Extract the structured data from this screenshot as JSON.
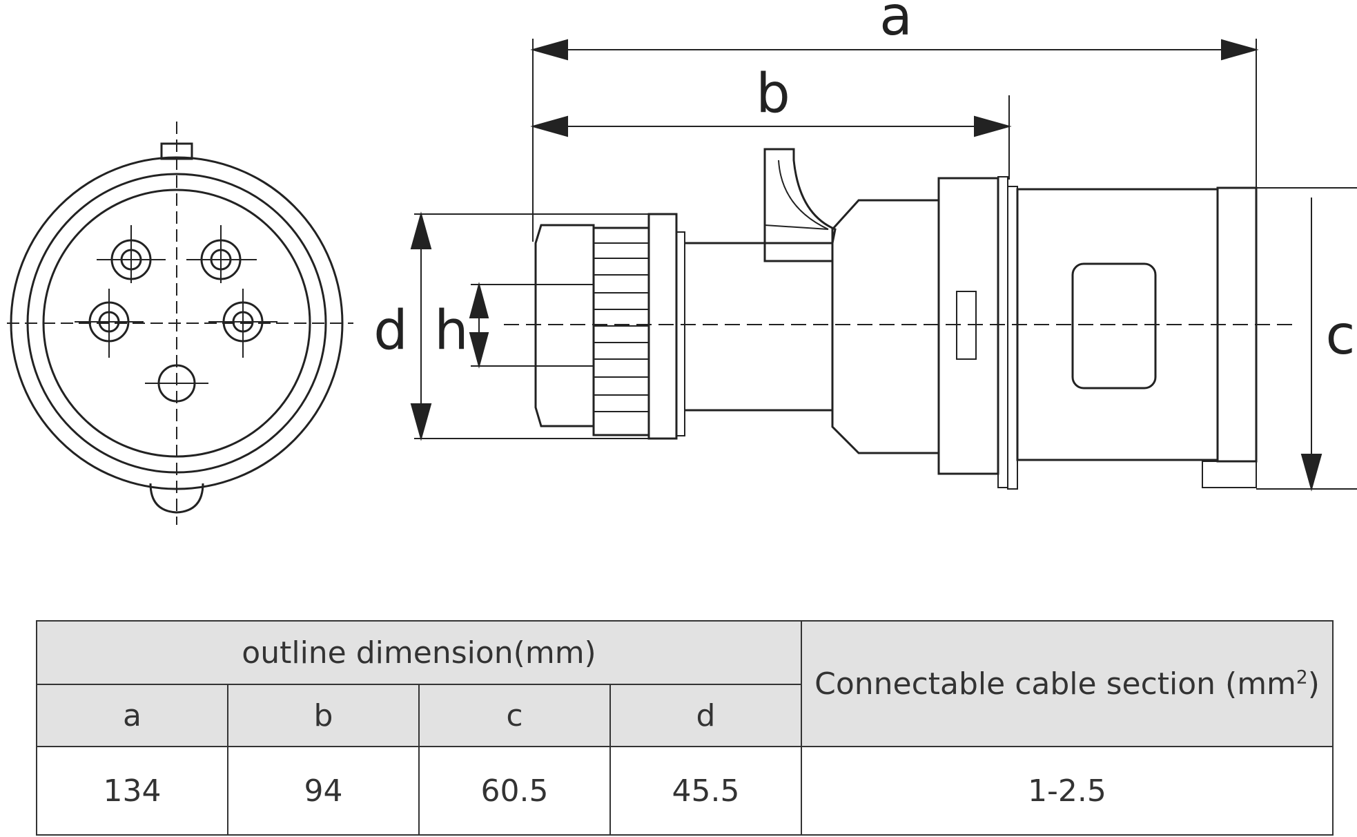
{
  "labels": {
    "a": "a",
    "b": "b",
    "c": "c",
    "d": "d",
    "h": "h"
  },
  "table": {
    "outline_header": "outline dimension(mm)",
    "cable_header": "Connectable cable section (mm",
    "cable_header_sup": "2",
    "cable_header_close": ")",
    "columns": [
      "a",
      "b",
      "c",
      "d"
    ],
    "values": [
      "134",
      "94",
      "60.5",
      "45.5"
    ],
    "cable_value": "1-2.5"
  }
}
